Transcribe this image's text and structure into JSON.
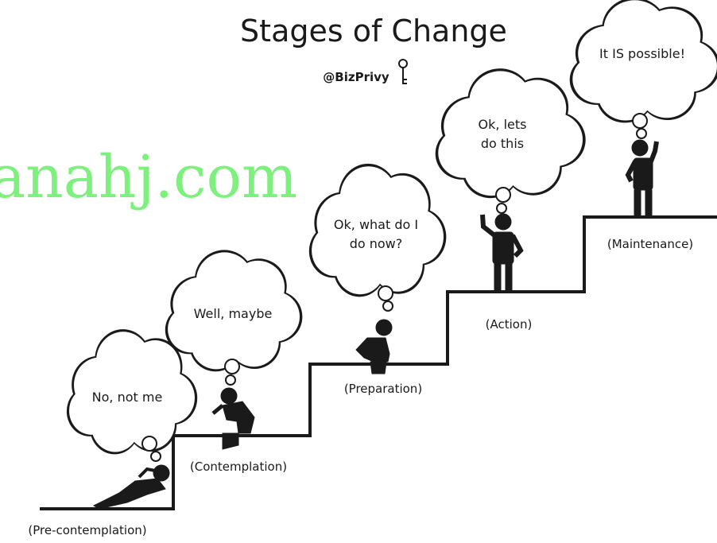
{
  "title": "Stages of Change",
  "handle": "@BizPrivy",
  "watermark": "anahj.com",
  "colors": {
    "background": "#ffffff",
    "ink": "#1a1a1a",
    "watermark": "#7ef07e"
  },
  "stages": [
    {
      "id": "precontemplation",
      "label": "(Pre-contemplation)",
      "thought": [
        "No, not me"
      ]
    },
    {
      "id": "contemplation",
      "label": "(Contemplation)",
      "thought": [
        "Well, maybe"
      ]
    },
    {
      "id": "preparation",
      "label": "(Preparation)",
      "thought": [
        "Ok, what do I",
        "do now?"
      ]
    },
    {
      "id": "action",
      "label": "(Action)",
      "thought": [
        "Ok, lets",
        "do this"
      ]
    },
    {
      "id": "maintenance",
      "label": "(Maintenance)",
      "thought": [
        "It IS possible!"
      ]
    }
  ]
}
